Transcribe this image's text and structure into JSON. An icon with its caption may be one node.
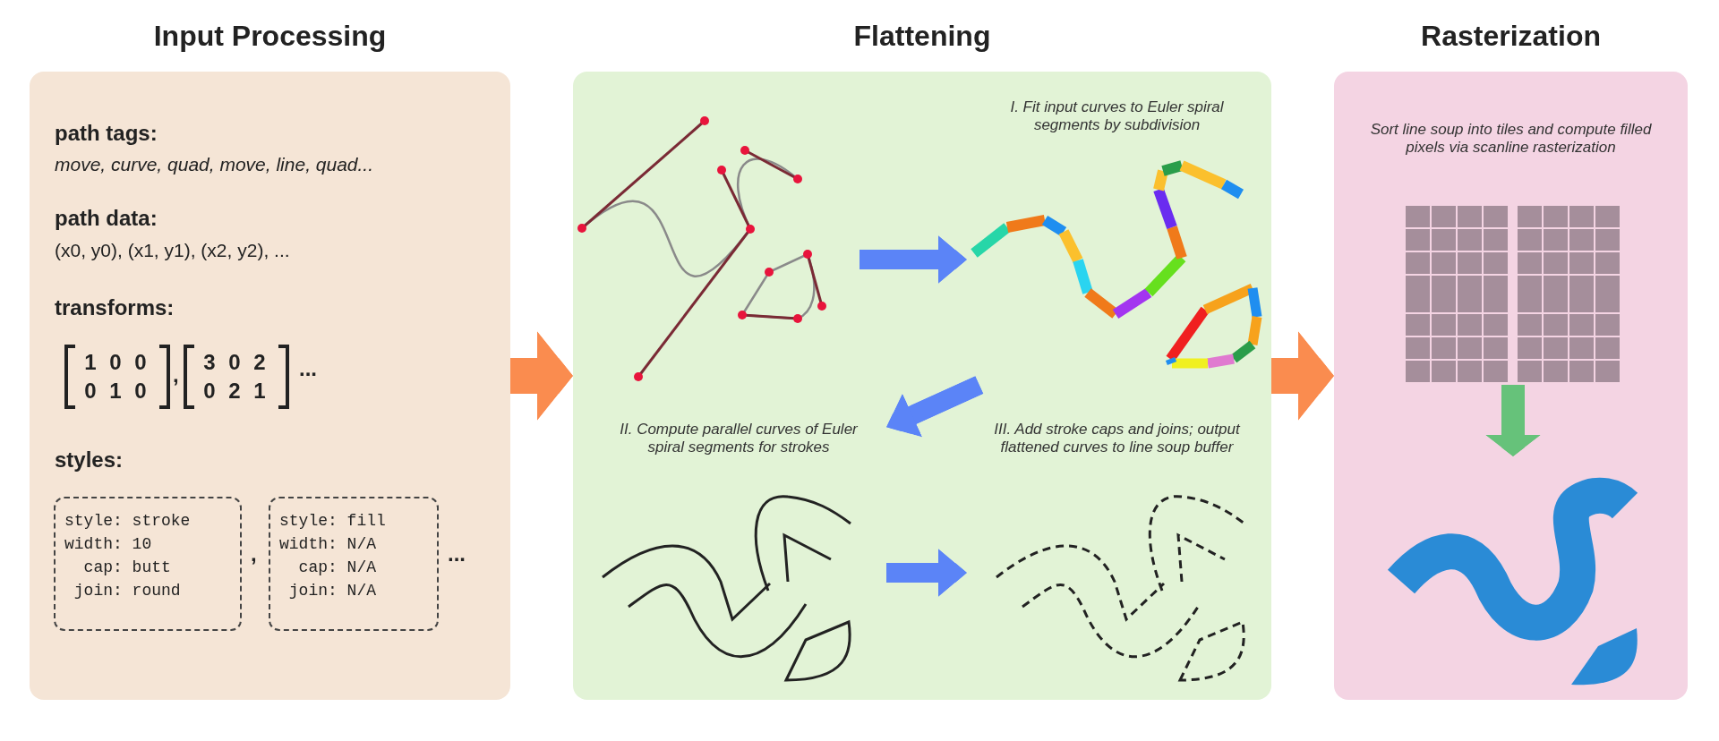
{
  "diagram": {
    "nodes": [
      {
        "text": [
          "Input Processing",
          "path tags:",
          "move, curve, quad, move, line, quad...",
          "path data:",
          "(x0, y0), (x1, y1), (x2, y2), ...",
          "transforms:",
          "styles:"
        ]
      },
      {
        "text": [
          "1 0 0",
          "0 1 0"
        ],
        "in": 0
      },
      {
        "text": [
          "3 0 2",
          "0 2 1"
        ],
        "in": 0
      },
      {
        "text": [
          "style: stroke",
          "width: 10",
          "cap: butt",
          "join: round"
        ],
        "in": 0
      },
      {
        "text": [
          "style: fill",
          "width: N/A",
          "cap: N/A",
          "join: N/A"
        ],
        "in": 0
      },
      {
        "text": [
          "Flattening"
        ]
      },
      {
        "text": [],
        "shape": "picture",
        "in": 5
      },
      {
        "text": [
          "I. Fit input curves to Euler spiral segments by subdivision"
        ],
        "in": 5
      },
      {
        "text": [
          "II. Compute parallel curves of Euler spiral segments for strokes"
        ],
        "in": 5
      },
      {
        "text": [
          "III. Add stroke caps and joins; output flattened curves to line soup buffer"
        ],
        "in": 5
      },
      {
        "text": [
          "Rasterization",
          "Sort line soup into tiles and compute filled pixels via scanline rasterization"
        ]
      },
      {
        "text": [],
        "shape": "picture",
        "in": 10
      },
      {
        "text": [],
        "shape": "picture",
        "in": 10
      }
    ],
    "edges": [
      {
        "from": 0,
        "to": 5,
        "arrow": "to",
        "style": "thick",
        "color": "#fa8c4f"
      },
      {
        "from": 5,
        "to": 10,
        "arrow": "to",
        "style": "thick",
        "color": "#fa8c4f"
      },
      {
        "from": 6,
        "to": 7,
        "arrow": "to",
        "color": "#5b84f7"
      },
      {
        "from": 7,
        "to": 8,
        "arrow": "to",
        "color": "#5b84f7"
      },
      {
        "from": 8,
        "to": 9,
        "arrow": "to",
        "color": "#5b84f7"
      },
      {
        "from": 11,
        "to": 12,
        "arrow": "to",
        "color": "#66c27a"
      }
    ],
    "labels": [
      ",",
      "...",
      ",",
      "..."
    ]
  }
}
